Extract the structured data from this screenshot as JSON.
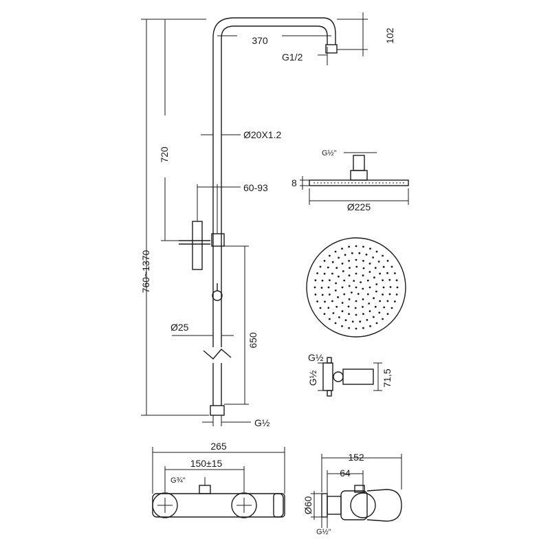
{
  "dimensions": {
    "arm_length": "370",
    "arm_thread": "G1/2",
    "arm_height": "102",
    "rail_total_height": "760~1370",
    "rail_upper_height": "720",
    "pipe_diameter": "Ø20X1.2",
    "holder_range": "60-93",
    "lower_pipe_diameter": "Ø25",
    "lower_pipe_length": "650",
    "base_thread": "G½",
    "head_thread": "G½\"",
    "head_thickness": "8",
    "head_diameter": "Ø225",
    "diverter_thread_top": "G½",
    "diverter_thread_side": "G½",
    "diverter_height": "71,5",
    "mixer_width": "265",
    "mixer_centers": "150±15",
    "mixer_outlet_thread": "G¾\"",
    "side_depth": "152",
    "side_offset": "64",
    "side_diameter": "Ø60",
    "side_thread": "G½\""
  }
}
